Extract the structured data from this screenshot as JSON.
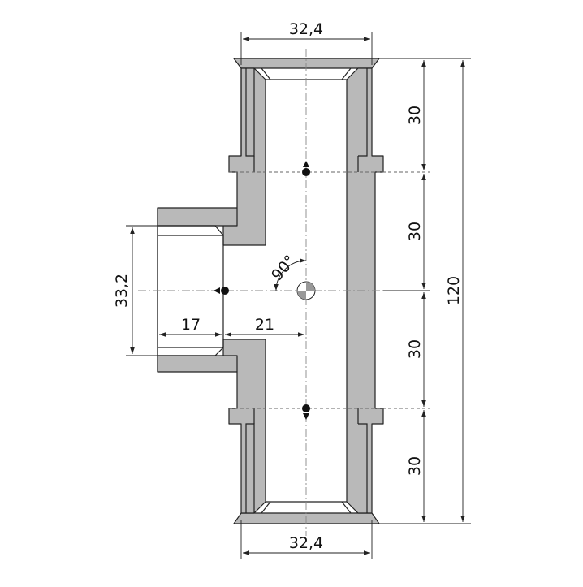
{
  "dimensions": {
    "top_width": "32,4",
    "bottom_width": "32,4",
    "branch_height": "33,2",
    "branch_depth": "17",
    "branch_offset": "21",
    "angle": "90°",
    "segment_1": "30",
    "segment_2": "30",
    "segment_3": "30",
    "segment_4": "30",
    "overall_height": "120"
  },
  "colors": {
    "body_fill": "#b9b9b9",
    "line": "#222222",
    "centerline": "#888888"
  }
}
